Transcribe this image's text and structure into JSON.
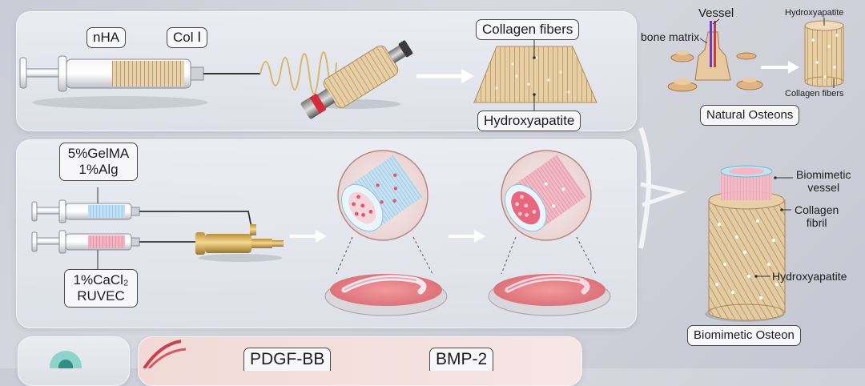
{
  "panel1": {
    "label_nha": "nHA",
    "label_col": "Col Ⅰ",
    "label_collagen_fibers": "Collagen fibers",
    "label_hydroxyapatite": "Hydroxyapatite"
  },
  "natural_osteons": {
    "label_vessel": "Vessel",
    "label_bone_matrix": "bone matrix",
    "label_hydroxyapatite": "Hydroxyapatite",
    "label_collagen_fibers": "Collagen fibers",
    "title": "Natural Osteons"
  },
  "panel2": {
    "label_gel_line1": "5%GelMA",
    "label_gel_line2": "1%Alg",
    "label_cacl_line1": "1%CaCl₂",
    "label_cacl_line2": "RUVEC"
  },
  "biomimetic": {
    "label_vessel_line1": "Biomimetic",
    "label_vessel_line2": "vessel",
    "label_fibril_line1": "Collagen",
    "label_fibril_line2": "fibril",
    "label_hydroxyapatite": "Hydroxyapatite",
    "title": "Biomimetic Osteon"
  },
  "panel3": {
    "label_pdgf": "PDGF-BB",
    "label_bmp": "BMP-2"
  },
  "colors": {
    "collagen": "#e2c9a0",
    "vessel_red": "#e06a7a",
    "dish_pink": "#e98a8f",
    "gel_blue": "#a8d2ea"
  }
}
